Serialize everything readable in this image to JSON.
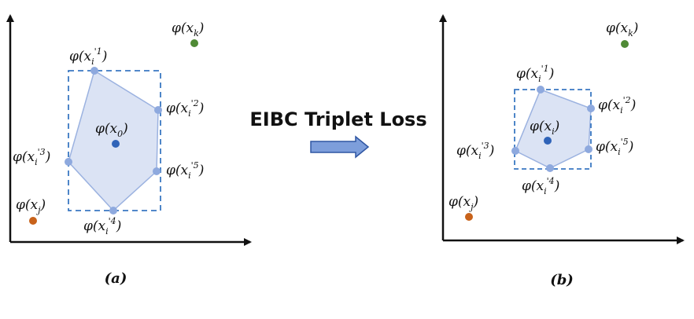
{
  "colors": {
    "hull_fill": "#dbe3f4",
    "hull_stroke": "#9bb2e0",
    "box_stroke": "#3a78c2",
    "vertex": "#8ea9de",
    "center": "#2f63b8",
    "green": "#4f8a35",
    "orange": "#c8621a",
    "arrow_fill": "#7d9edb",
    "arrow_stroke": "#2f56a3"
  },
  "arrow": {
    "label": "EIBC Triplet Loss"
  },
  "panel_a": {
    "caption": "(a)",
    "labels": {
      "k": {
        "pre": "φ(x",
        "sub": "k",
        "post": ")"
      },
      "p1": {
        "pre": "φ(x",
        "sub": "i",
        "sup": "'1",
        "post": ")"
      },
      "p2": {
        "pre": "φ(x",
        "sub": "i",
        "sup": "'2",
        "post": ")"
      },
      "p3": {
        "pre": "φ(x",
        "sub": "i",
        "sup": "'3",
        "post": ")"
      },
      "p4": {
        "pre": "φ(x",
        "sub": "i",
        "sup": "'4",
        "post": ")"
      },
      "p5": {
        "pre": "φ(x",
        "sub": "i",
        "sup": "'5",
        "post": ")"
      },
      "center": {
        "pre": "φ(x",
        "sub": "0",
        "post": ")"
      },
      "j": {
        "pre": "φ(x",
        "sub": "j",
        "post": ")"
      }
    }
  },
  "panel_b": {
    "caption": "(b)",
    "labels": {
      "k": {
        "pre": "φ(x",
        "sub": "k",
        "post": ")"
      },
      "p1": {
        "pre": "φ(x",
        "sub": "i",
        "sup": "'1",
        "post": ")"
      },
      "p2": {
        "pre": "φ(x",
        "sub": "i",
        "sup": "'2",
        "post": ")"
      },
      "p3": {
        "pre": "φ(x",
        "sub": "i",
        "sup": "'3",
        "post": ")"
      },
      "p4": {
        "pre": "φ(x",
        "sub": "i",
        "sup": "'4",
        "post": ")"
      },
      "p5": {
        "pre": "φ(x",
        "sub": "i",
        "sup": "'5",
        "post": ")"
      },
      "center": {
        "pre": "φ(x",
        "sub": "i",
        "post": ")"
      },
      "j": {
        "pre": "φ(x",
        "sub": "j",
        "post": ")"
      }
    }
  }
}
